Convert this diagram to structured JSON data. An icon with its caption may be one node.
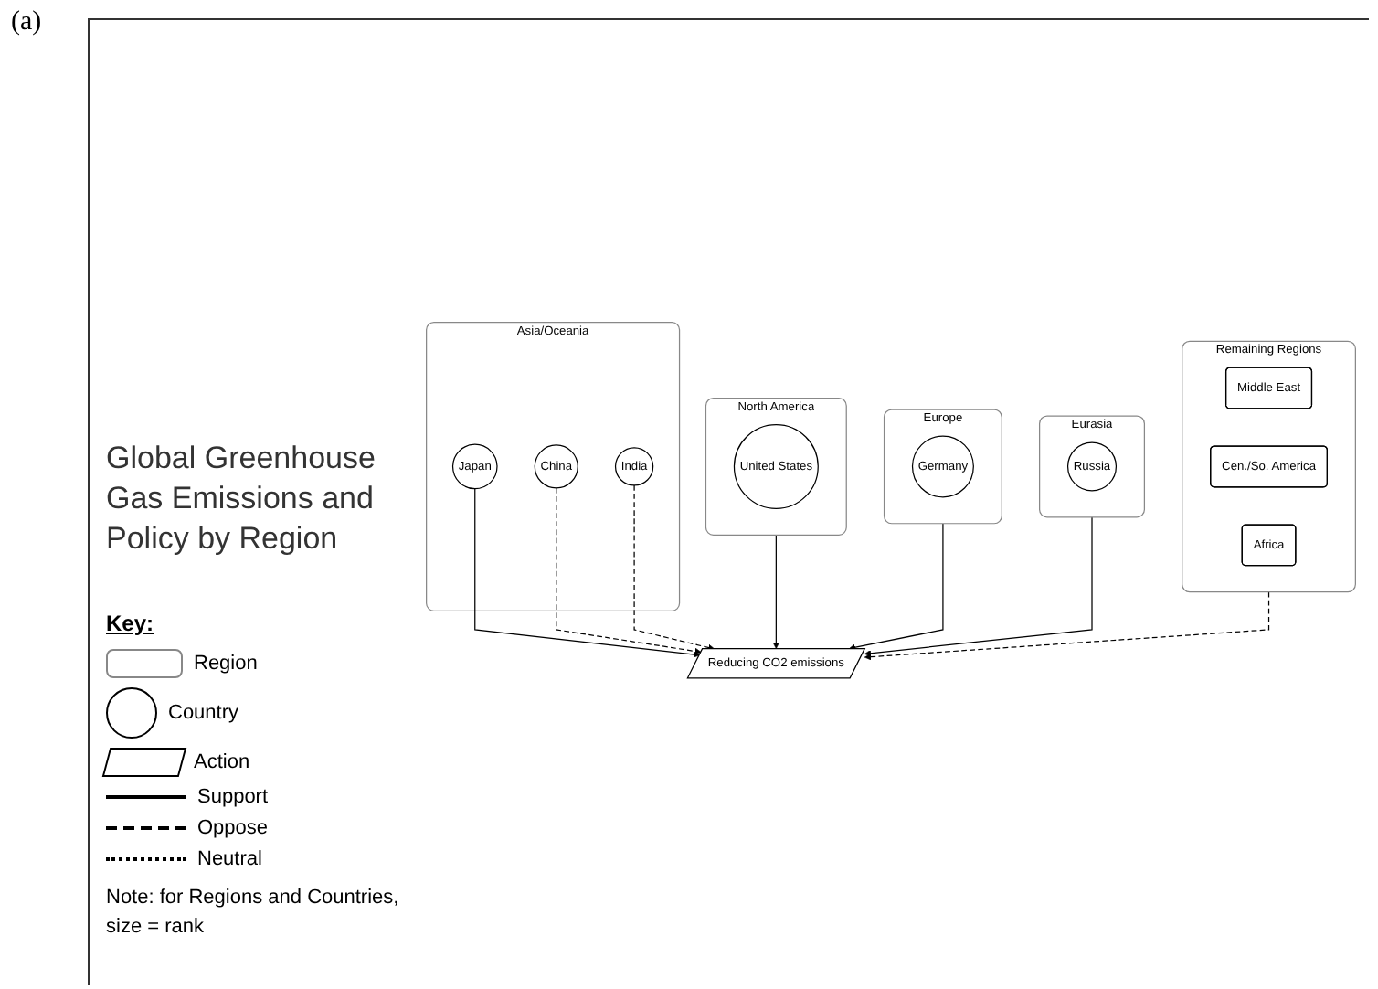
{
  "diagram": {
    "title": "Global Greenhouse Gas Emissions and Policy by Region",
    "nodes": [
      {
        "text": [
          "North America"
        ]
      },
      {
        "text": [
          "United States"
        ],
        "in": 0
      },
      {
        "text": [
          "Europe"
        ]
      },
      {
        "text": [
          "Germany"
        ],
        "in": 2
      },
      {
        "text": [
          "Eurasia"
        ]
      },
      {
        "text": [
          "Russia"
        ],
        "in": 4
      },
      {
        "text": [
          "Reducing CO2 emissions"
        ]
      },
      {
        "text": [
          "Asia/Oceania"
        ]
      },
      {
        "text": [
          "Japan"
        ],
        "in": 7
      },
      {
        "text": [
          "China"
        ],
        "in": 7
      },
      {
        "text": [
          "India"
        ],
        "in": 7
      },
      {
        "text": [
          "Remaining Regions"
        ]
      },
      {
        "text": [
          "Middle East"
        ],
        "in": 11
      },
      {
        "text": [
          "Cen./So. America"
        ],
        "in": 11
      },
      {
        "text": [
          "Africa"
        ],
        "in": 11
      }
    ],
    "edges": [
      {
        "from": 0,
        "to": 6,
        "arrow": "to"
      },
      {
        "from": 2,
        "to": 6,
        "arrow": "to"
      },
      {
        "from": 4,
        "to": 6,
        "arrow": "to"
      },
      {
        "from": 8,
        "to": 6,
        "arrow": "to"
      },
      {
        "from": 9,
        "to": 6,
        "arrow": "to",
        "style": "dashed"
      },
      {
        "from": 10,
        "to": 6,
        "arrow": "to",
        "style": "dashed"
      },
      {
        "from": 11,
        "to": 6,
        "arrow": "to",
        "style": "dashed"
      }
    ],
    "labels": [
      "(a)",
      "Key:",
      "Note: for Regions and Countries, size = rank"
    ],
    "legend": [
      {
        "text": "Region"
      },
      {
        "text": "Country"
      },
      {
        "text": "Action"
      },
      {
        "text": "Support"
      },
      {
        "text": "Oppose"
      },
      {
        "text": "Neutral"
      }
    ]
  }
}
